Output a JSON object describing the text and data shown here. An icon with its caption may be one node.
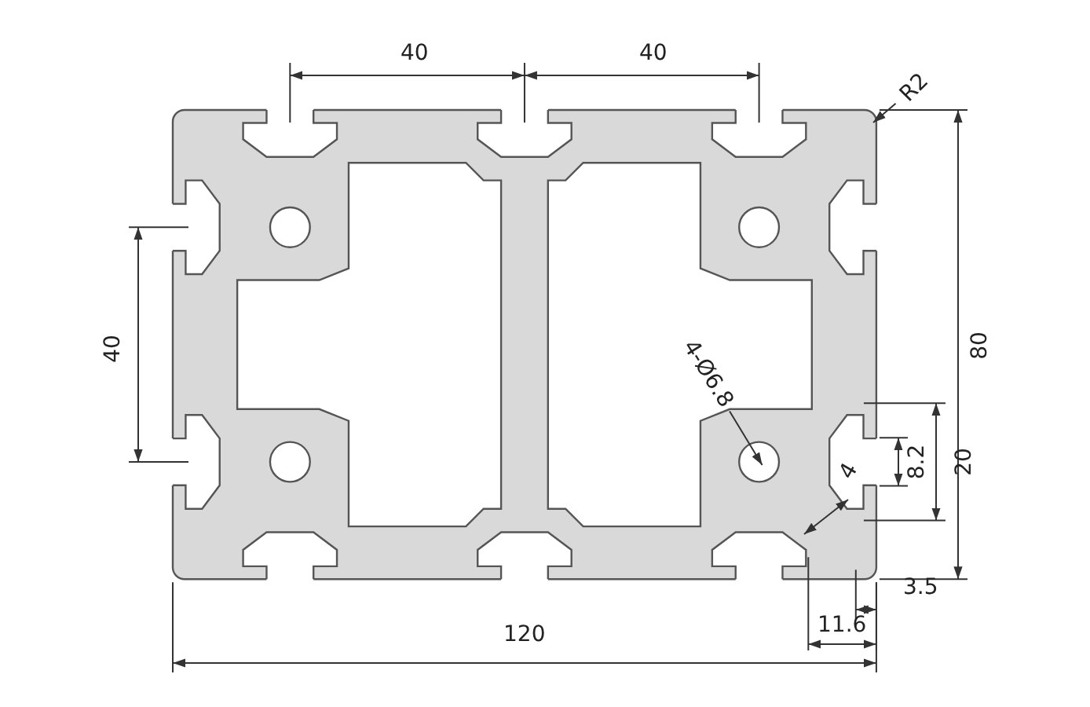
{
  "diagram": {
    "nodes": [
      {
        "text": [
          "R2"
        ]
      },
      {
        "text": [
          "4-Ø6.8"
        ]
      }
    ],
    "edges": [
      {
        "from": 0,
        "to": null,
        "arrow": "to"
      },
      {
        "from": 1,
        "to": null,
        "arrow": "to"
      }
    ],
    "labels": [
      "40",
      "40",
      "80",
      "40",
      "20",
      "8.2",
      "4",
      "3.5",
      "11.6",
      "120"
    ]
  }
}
